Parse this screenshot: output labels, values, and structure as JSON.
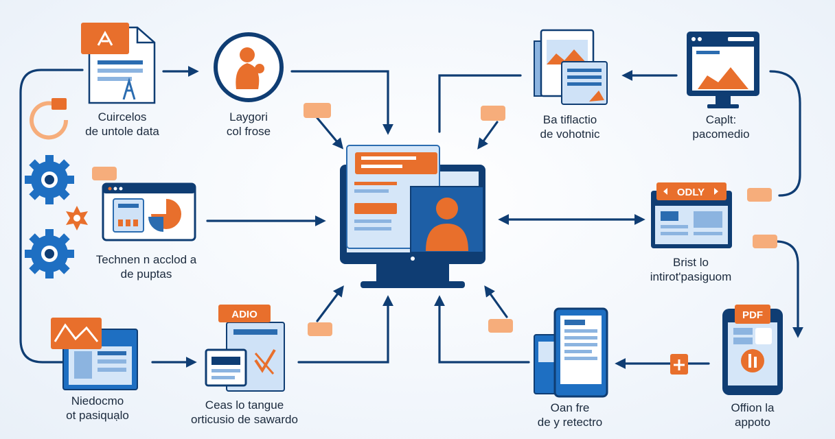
{
  "nodes": {
    "top_left": {
      "line1": "Cuircelos",
      "line2": "de untole data"
    },
    "top_center": {
      "line1": "Laygori",
      "line2": "col frose"
    },
    "mid_left": {
      "line1": "Technen n acclod a",
      "line2": "de puptas"
    },
    "bottom_left": {
      "line1": "Niedocmo",
      "line2": "ot pasiquạlo"
    },
    "bottom_center": {
      "line1": "Ceas lo tangue",
      "line2": "orticusio de sawardo"
    },
    "top_right_a": {
      "line1": "Ba tiflactio",
      "line2": "de vohotnic"
    },
    "top_right_b": {
      "line1": "Caplt:",
      "line2": "pacomedio"
    },
    "mid_right": {
      "line1": "Brist lo",
      "line2": "intirot'pasiguom"
    },
    "bottom_right_a": {
      "line1": "Oan fre",
      "line2": "de y retectro"
    },
    "bottom_right_b": {
      "line1": "Offion la",
      "line2": "appoto"
    }
  },
  "badges": {
    "adio": "ADIO",
    "odly": "ODLY",
    "pdf": "PDF"
  },
  "colors": {
    "navy": "#0f3d73",
    "blue": "#2b6cb0",
    "light_blue": "#cfe2f7",
    "orange": "#e86f2c",
    "light_orange": "#f6ad7b"
  }
}
